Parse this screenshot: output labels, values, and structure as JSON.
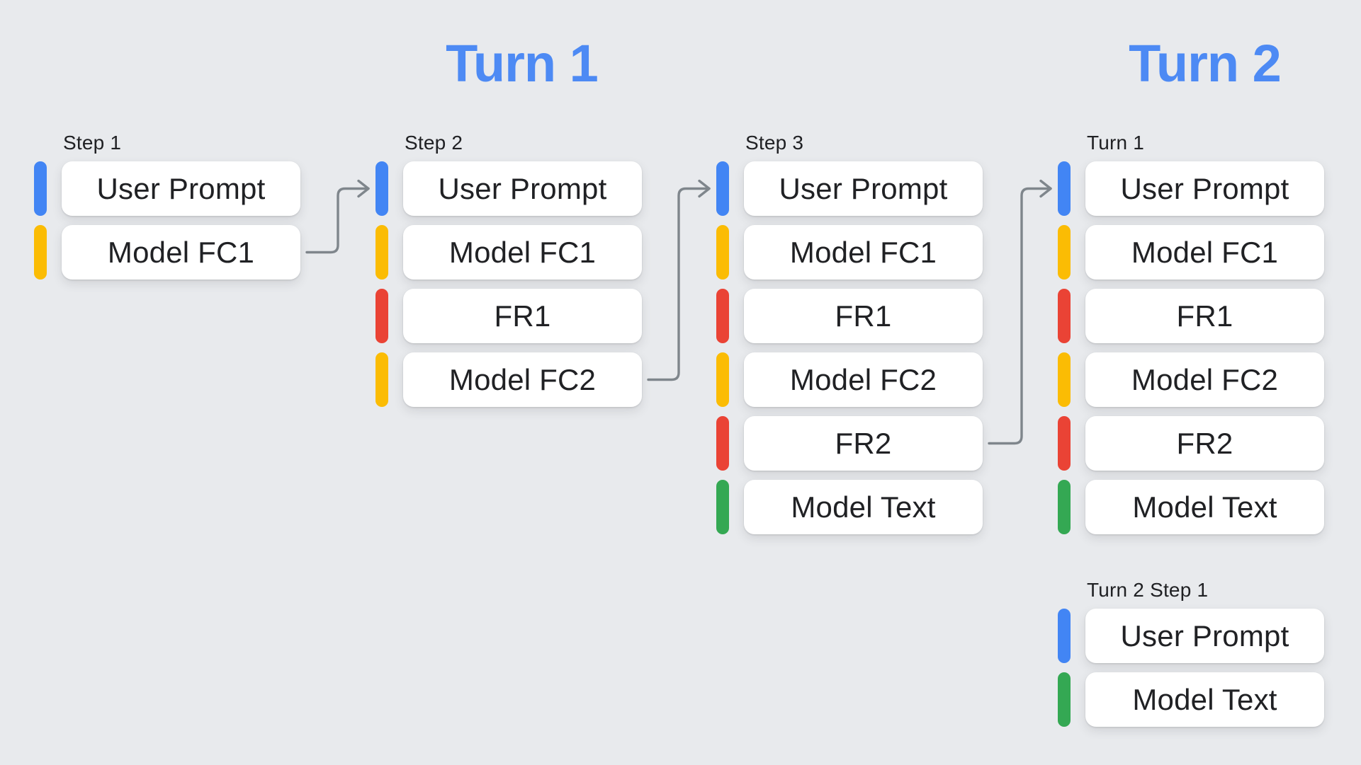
{
  "colors": {
    "background": "#E8EAED",
    "box": "#FFFFFF",
    "text": "#202124",
    "title": "#4D8AF4",
    "arrow": "#7F868C",
    "blue": "#4285F4",
    "yellow": "#FBBC04",
    "red": "#EA4335",
    "green": "#34A853"
  },
  "titles": [
    {
      "label": "Turn 1"
    },
    {
      "label": "Turn 2"
    }
  ],
  "groups": [
    {
      "label": "Step 1",
      "rows": [
        {
          "label": "User Prompt",
          "color": "blue"
        },
        {
          "label": "Model FC1",
          "color": "yellow"
        }
      ]
    },
    {
      "label": "Step 2",
      "rows": [
        {
          "label": "User Prompt",
          "color": "blue"
        },
        {
          "label": "Model FC1",
          "color": "yellow"
        },
        {
          "label": "FR1",
          "color": "red"
        },
        {
          "label": "Model FC2",
          "color": "yellow"
        }
      ]
    },
    {
      "label": "Step 3",
      "rows": [
        {
          "label": "User Prompt",
          "color": "blue"
        },
        {
          "label": "Model FC1",
          "color": "yellow"
        },
        {
          "label": "FR1",
          "color": "red"
        },
        {
          "label": "Model FC2",
          "color": "yellow"
        },
        {
          "label": "FR2",
          "color": "red"
        },
        {
          "label": "Model Text",
          "color": "green"
        }
      ]
    },
    {
      "label": "Turn 1",
      "rows": [
        {
          "label": "User Prompt",
          "color": "blue"
        },
        {
          "label": "Model FC1",
          "color": "yellow"
        },
        {
          "label": "FR1",
          "color": "red"
        },
        {
          "label": "Model FC2",
          "color": "yellow"
        },
        {
          "label": "FR2",
          "color": "red"
        },
        {
          "label": "Model Text",
          "color": "green"
        }
      ]
    },
    {
      "label": "Turn 2 Step 1",
      "rows": [
        {
          "label": "User Prompt",
          "color": "blue"
        },
        {
          "label": "Model Text",
          "color": "green"
        }
      ]
    }
  ],
  "arrows": [
    {
      "from": "Step 1 Model FC1",
      "to": "Step 2 User Prompt"
    },
    {
      "from": "Step 2 Model FC2",
      "to": "Step 3 User Prompt"
    },
    {
      "from": "Step 3 FR2",
      "to": "Turn 1 User Prompt"
    }
  ]
}
